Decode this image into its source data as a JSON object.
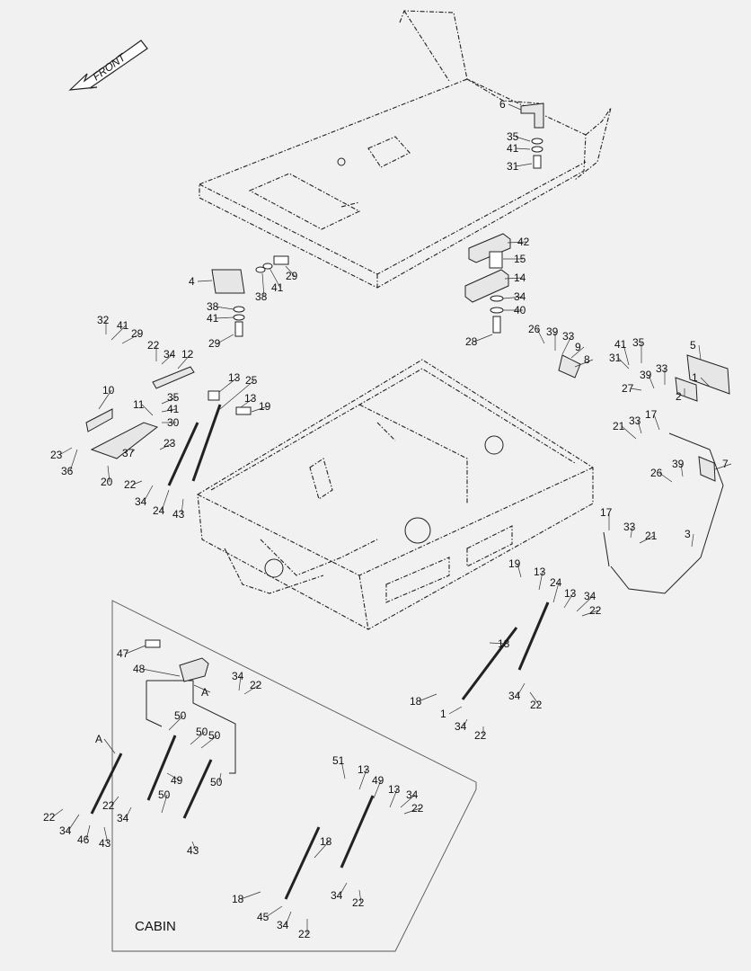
{
  "diagram": {
    "front_label": "FRONT",
    "cabin_label": "CABIN",
    "callouts": [
      {
        "id": "c1",
        "text": "6"
      },
      {
        "id": "c2",
        "text": "35"
      },
      {
        "id": "c3",
        "text": "41"
      },
      {
        "id": "c4",
        "text": "31"
      },
      {
        "id": "c5",
        "text": "42"
      },
      {
        "id": "c6",
        "text": "15"
      },
      {
        "id": "c7",
        "text": "14"
      },
      {
        "id": "c8",
        "text": "34"
      },
      {
        "id": "c9",
        "text": "40"
      },
      {
        "id": "c10",
        "text": "28"
      },
      {
        "id": "c11",
        "text": "4"
      },
      {
        "id": "c12",
        "text": "38"
      },
      {
        "id": "c13",
        "text": "41"
      },
      {
        "id": "c14",
        "text": "29"
      },
      {
        "id": "c15",
        "text": "38"
      },
      {
        "id": "c16",
        "text": "41"
      },
      {
        "id": "c17",
        "text": "29"
      },
      {
        "id": "c18",
        "text": "32"
      },
      {
        "id": "c19",
        "text": "41"
      },
      {
        "id": "c20",
        "text": "29"
      },
      {
        "id": "c21",
        "text": "22"
      },
      {
        "id": "c22",
        "text": "34"
      },
      {
        "id": "c23",
        "text": "12"
      },
      {
        "id": "c24",
        "text": "10"
      },
      {
        "id": "c25",
        "text": "11"
      },
      {
        "id": "c26",
        "text": "35"
      },
      {
        "id": "c27",
        "text": "41"
      },
      {
        "id": "c28",
        "text": "30"
      },
      {
        "id": "c29",
        "text": "13"
      },
      {
        "id": "c30",
        "text": "25"
      },
      {
        "id": "c31",
        "text": "13"
      },
      {
        "id": "c32",
        "text": "19"
      },
      {
        "id": "c33",
        "text": "23"
      },
      {
        "id": "c34",
        "text": "36"
      },
      {
        "id": "c35",
        "text": "37"
      },
      {
        "id": "c36",
        "text": "23"
      },
      {
        "id": "c37",
        "text": "20"
      },
      {
        "id": "c38",
        "text": "22"
      },
      {
        "id": "c39",
        "text": "34"
      },
      {
        "id": "c40",
        "text": "24"
      },
      {
        "id": "c41",
        "text": "43"
      },
      {
        "id": "c42",
        "text": "26"
      },
      {
        "id": "c43",
        "text": "39"
      },
      {
        "id": "c44",
        "text": "33"
      },
      {
        "id": "c45",
        "text": "9"
      },
      {
        "id": "c46",
        "text": "8"
      },
      {
        "id": "c47",
        "text": "41"
      },
      {
        "id": "c48",
        "text": "35"
      },
      {
        "id": "c49",
        "text": "5"
      },
      {
        "id": "c50",
        "text": "31"
      },
      {
        "id": "c51",
        "text": "33"
      },
      {
        "id": "c52",
        "text": "39"
      },
      {
        "id": "c53",
        "text": "27"
      },
      {
        "id": "c54",
        "text": "2"
      },
      {
        "id": "c55",
        "text": "1"
      },
      {
        "id": "c56",
        "text": "21"
      },
      {
        "id": "c57",
        "text": "33"
      },
      {
        "id": "c58",
        "text": "17"
      },
      {
        "id": "c59",
        "text": "26"
      },
      {
        "id": "c60",
        "text": "39"
      },
      {
        "id": "c61",
        "text": "7"
      },
      {
        "id": "c62",
        "text": "17"
      },
      {
        "id": "c63",
        "text": "33"
      },
      {
        "id": "c64",
        "text": "21"
      },
      {
        "id": "c65",
        "text": "3"
      },
      {
        "id": "c66",
        "text": "19"
      },
      {
        "id": "c67",
        "text": "13"
      },
      {
        "id": "c68",
        "text": "24"
      },
      {
        "id": "c69",
        "text": "13"
      },
      {
        "id": "c70",
        "text": "34"
      },
      {
        "id": "c71",
        "text": "22"
      },
      {
        "id": "c72",
        "text": "18"
      },
      {
        "id": "c73",
        "text": "34"
      },
      {
        "id": "c74",
        "text": "22"
      },
      {
        "id": "c75",
        "text": "18"
      },
      {
        "id": "c76",
        "text": "1"
      },
      {
        "id": "c77",
        "text": "34"
      },
      {
        "id": "c78",
        "text": "22"
      },
      {
        "id": "c79",
        "text": "47"
      },
      {
        "id": "c80",
        "text": "48"
      },
      {
        "id": "c81",
        "text": "34"
      },
      {
        "id": "c82",
        "text": "22"
      },
      {
        "id": "c83",
        "text": "A"
      },
      {
        "id": "c84",
        "text": "50"
      },
      {
        "id": "c85",
        "text": "50"
      },
      {
        "id": "c86",
        "text": "50"
      },
      {
        "id": "c87",
        "text": "A"
      },
      {
        "id": "c88",
        "text": "49"
      },
      {
        "id": "c89",
        "text": "50"
      },
      {
        "id": "c90",
        "text": "22"
      },
      {
        "id": "c91",
        "text": "34"
      },
      {
        "id": "c92",
        "text": "50"
      },
      {
        "id": "c93",
        "text": "22"
      },
      {
        "id": "c94",
        "text": "34"
      },
      {
        "id": "c95",
        "text": "46"
      },
      {
        "id": "c96",
        "text": "43"
      },
      {
        "id": "c97",
        "text": "43"
      },
      {
        "id": "c98",
        "text": "51"
      },
      {
        "id": "c99",
        "text": "13"
      },
      {
        "id": "c100",
        "text": "49"
      },
      {
        "id": "c101",
        "text": "13"
      },
      {
        "id": "c102",
        "text": "34"
      },
      {
        "id": "c103",
        "text": "22"
      },
      {
        "id": "c104",
        "text": "18"
      },
      {
        "id": "c105",
        "text": "34"
      },
      {
        "id": "c106",
        "text": "22"
      },
      {
        "id": "c107",
        "text": "18"
      },
      {
        "id": "c108",
        "text": "45"
      },
      {
        "id": "c109",
        "text": "34"
      },
      {
        "id": "c110",
        "text": "22"
      }
    ]
  }
}
